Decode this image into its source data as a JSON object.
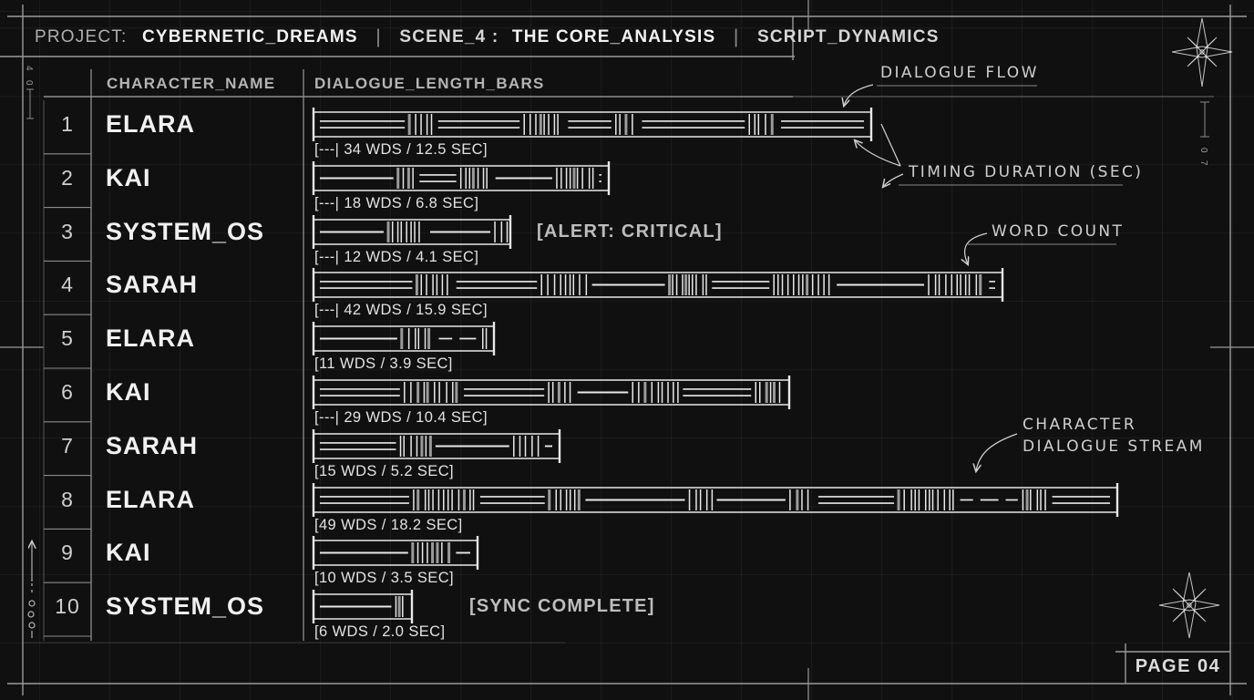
{
  "header": {
    "project_label": "PROJECT:",
    "project_value": "CYBERNETIC_DREAMS",
    "separator": "|",
    "scene_label": "SCENE_4 :",
    "scene_value": "THE CORE_ANALYSIS",
    "mode_value": "SCRIPT_DYNAMICS"
  },
  "columns": {
    "character": "CHARACTER_NAME",
    "bars": "DIALOGUE_LENGTH_BARS"
  },
  "rows": [
    {
      "n": "1",
      "character": "ELARA",
      "words": 34,
      "seconds": 12.5,
      "label": "[---| 34 WDS / 12.5 SEC]",
      "status": ""
    },
    {
      "n": "2",
      "character": "KAI",
      "words": 18,
      "seconds": 6.8,
      "label": "[---| 18 WDS / 6.8 SEC]",
      "status": ""
    },
    {
      "n": "3",
      "character": "SYSTEM_OS",
      "words": 12,
      "seconds": 4.1,
      "label": "[---| 12 WDS / 4.1 SEC]",
      "status": "[ALERT: CRITICAL]"
    },
    {
      "n": "4",
      "character": "SARAH",
      "words": 42,
      "seconds": 15.9,
      "label": "[---| 42 WDS / 15.9 SEC]",
      "status": ""
    },
    {
      "n": "5",
      "character": "ELARA",
      "words": 11,
      "seconds": 3.9,
      "label": "[11 WDS / 3.9 SEC]",
      "status": ""
    },
    {
      "n": "6",
      "character": "KAI",
      "words": 29,
      "seconds": 10.4,
      "label": "[---| 29 WDS / 10.4 SEC]",
      "status": ""
    },
    {
      "n": "7",
      "character": "SARAH",
      "words": 15,
      "seconds": 5.2,
      "label": "[15 WDS / 5.2 SEC]",
      "status": ""
    },
    {
      "n": "8",
      "character": "ELARA",
      "words": 49,
      "seconds": 18.2,
      "label": "[49 WDS / 18.2 SEC]",
      "status": ""
    },
    {
      "n": "9",
      "character": "KAI",
      "words": 10,
      "seconds": 3.5,
      "label": "[10 WDS / 3.5 SEC]",
      "status": ""
    },
    {
      "n": "10",
      "character": "SYSTEM_OS",
      "words": 6,
      "seconds": 2.0,
      "label": "[6 WDS / 2.0 SEC]",
      "status": "[SYNC COMPLETE]"
    }
  ],
  "annotations": {
    "dialogue_flow": "DIALOGUE FLOW",
    "timing_duration": "TIMING DURATION (SEC)",
    "word_count": "WORD COUNT",
    "character_stream_line1": "CHARACTER",
    "character_stream_line2": "DIALOGUE STREAM"
  },
  "footer": {
    "page_label": "PAGE 04"
  },
  "icons": {
    "top_right": "compass-star-icon",
    "bottom_right": "compass-star-icon"
  },
  "colors": {
    "background": "#101010",
    "ink": "#e8e8e8",
    "dim_ink": "#b4b4b4",
    "frame": "#9a9a9a",
    "grid": "rgba(255,255,255,0.05)"
  },
  "chart_data": {
    "type": "bar",
    "title": "SCENE_4 : THE CORE_ANALYSIS — SCRIPT_DYNAMICS",
    "xlabel": "DIALOGUE_LENGTH_BARS",
    "ylabel": "CHARACTER_NAME",
    "orientation": "horizontal",
    "categories": [
      "1 ELARA",
      "2 KAI",
      "3 SYSTEM_OS",
      "4 SARAH",
      "5 ELARA",
      "6 KAI",
      "7 SARAH",
      "8 ELARA",
      "9 KAI",
      "10 SYSTEM_OS"
    ],
    "series": [
      {
        "name": "WORD COUNT (WDS)",
        "values": [
          34,
          18,
          12,
          42,
          11,
          29,
          15,
          49,
          10,
          6
        ]
      },
      {
        "name": "TIMING DURATION (SEC)",
        "values": [
          12.5,
          6.8,
          4.1,
          15.9,
          3.9,
          10.4,
          5.2,
          18.2,
          3.5,
          2.0
        ]
      }
    ],
    "annotations": [
      "ALERT: CRITICAL (row 3)",
      "SYNC COMPLETE (row 10)"
    ],
    "legend_position": "right-margin callouts",
    "grid": true
  }
}
